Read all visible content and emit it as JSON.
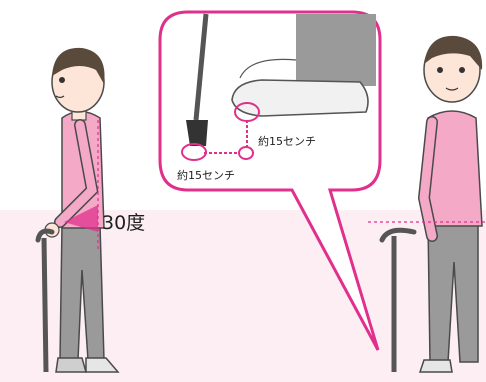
{
  "labels": {
    "elbow_angle": "30度",
    "distance_forward": "約15センチ",
    "distance_side": "約15センチ"
  },
  "colors": {
    "accent_magenta": "#e0308c",
    "shirt_pink": "#f4a9c6",
    "pants_gray": "#9a9a9a",
    "cane_dark": "#555555",
    "hair_dark": "#5a4a3c"
  }
}
